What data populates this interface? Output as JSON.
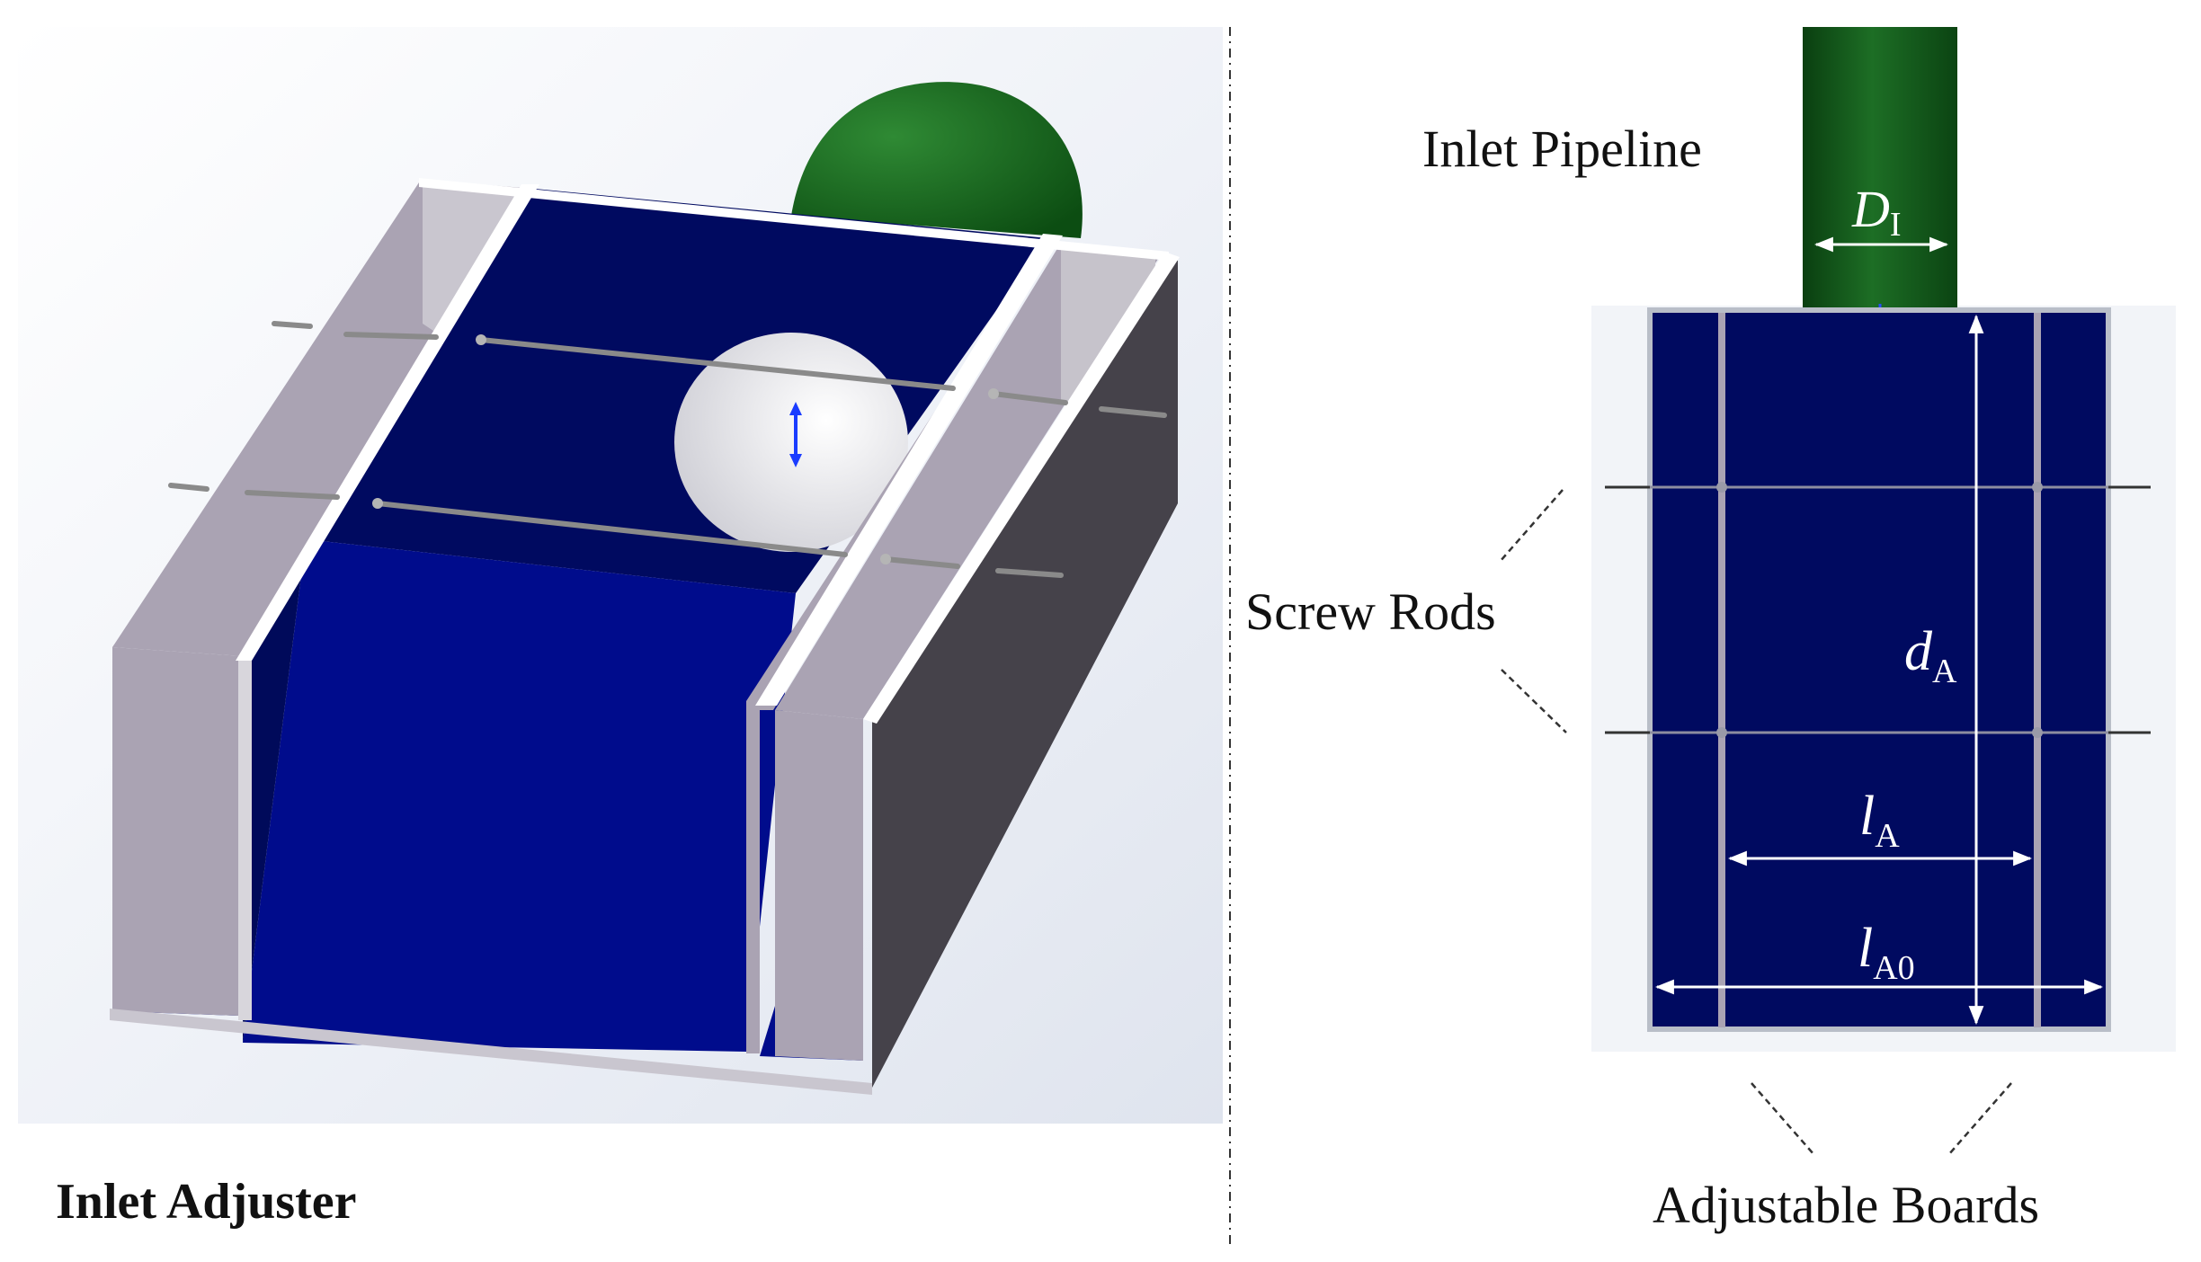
{
  "labels": {
    "inlet_adjuster": "Inlet Adjuster",
    "inlet_pipeline": "Inlet Pipeline",
    "screw_rods": "Screw Rods",
    "adjustable_boards": "Adjustable Boards"
  },
  "symbols": {
    "pipe_diameter": {
      "main": "D",
      "sub": "I"
    },
    "adjuster_depth": {
      "main": "d",
      "sub": "A"
    },
    "inner_width": {
      "main": "l",
      "sub": "A"
    },
    "outer_width": {
      "main": "l",
      "sub": "A0"
    }
  },
  "colors": {
    "tank_blue": "#000a60",
    "floor_blue": "#000c8c",
    "board_gray": "#aaa3b3",
    "side_dark": "#45424a",
    "pipe_green": "#0f5a17",
    "rod_gray": "#8a8a8a"
  }
}
